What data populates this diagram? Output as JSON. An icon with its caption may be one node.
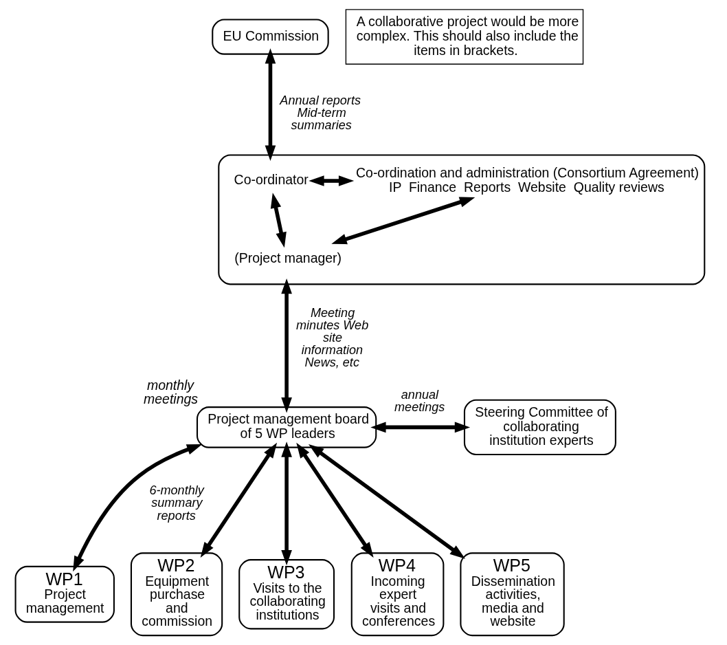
{
  "diagram": {
    "nodes": [
      {
        "text": [
          "EU Commission"
        ]
      },
      {
        "text": [
          "A collaborative project would be more complex. This should also include the items in brackets."
        ]
      },
      {
        "text": [],
        "shape": "box"
      },
      {
        "text": [
          "Co-ordinator"
        ],
        "in": 2
      },
      {
        "text": [
          "Co-ordination and administration (Consortium Agreement)",
          "IP  Finance  Reports  Website  Quality reviews"
        ],
        "in": 2
      },
      {
        "text": [
          "(Project manager)"
        ],
        "in": 2
      },
      {
        "text": [
          "Project management board of 5 WP leaders"
        ],
        "beside": [
          "monthly meetings"
        ]
      },
      {
        "text": [
          "Steering Committee of collaborating institution experts"
        ]
      },
      {
        "text": [
          "WP1",
          "Project management"
        ]
      },
      {
        "text": [
          "WP2",
          "Equipment purchase and commission"
        ]
      },
      {
        "text": [
          "WP3",
          "Visits to the collaborating institutions"
        ]
      },
      {
        "text": [
          "WP4",
          "Incoming expert visits and conferences"
        ]
      },
      {
        "text": [
          "WP5",
          "Dissemination activities, media and website"
        ]
      }
    ],
    "edges": [
      {
        "from": 0,
        "to": 2,
        "arrow": "both",
        "label": "Annual reports Mid-term summaries"
      },
      {
        "from": 3,
        "to": 5,
        "arrow": "both"
      },
      {
        "from": 3,
        "to": 4,
        "arrow": "both"
      },
      {
        "from": 5,
        "to": 4,
        "arrow": "both"
      },
      {
        "from": 2,
        "to": 6,
        "arrow": "both",
        "label": "Meeting minutes Web site information News, etc"
      },
      {
        "from": 6,
        "to": 7,
        "arrow": "both",
        "label": "annual meetings"
      },
      {
        "from": 6,
        "to": 8,
        "arrow": "both",
        "label": "6-monthly summary reports"
      },
      {
        "from": 6,
        "to": 9,
        "arrow": "both"
      },
      {
        "from": 6,
        "to": 10,
        "arrow": "both"
      },
      {
        "from": 6,
        "to": 11,
        "arrow": "both"
      },
      {
        "from": 6,
        "to": 12,
        "arrow": "both"
      }
    ]
  }
}
